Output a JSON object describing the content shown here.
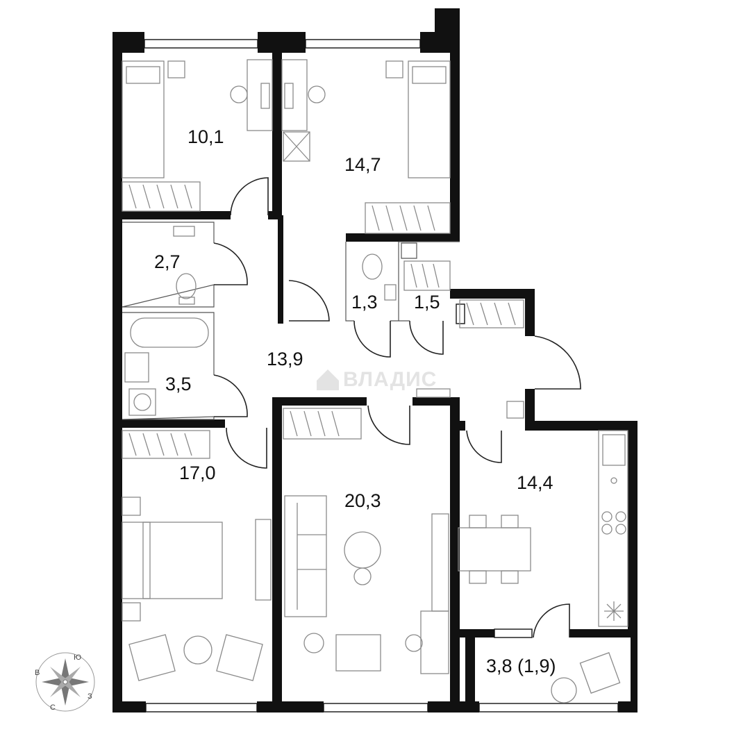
{
  "watermark": {
    "text": "ВЛАДИС",
    "icon": "house-icon"
  },
  "rooms": {
    "bedroom_top_left": "10,1",
    "bedroom_top_right": "14,7",
    "bathroom_small": "2,7",
    "bathroom_tub": "3,5",
    "wc": "1,3",
    "closet": "1,5",
    "hallway": "13,9",
    "bedroom_bottom_left": "17,0",
    "living_room": "20,3",
    "kitchen": "14,4",
    "balcony": "3,8 (1,9)"
  },
  "compass": {
    "north": "С",
    "south": "Ю",
    "east": "В",
    "west": "З",
    "icon": "compass-rose-icon"
  }
}
